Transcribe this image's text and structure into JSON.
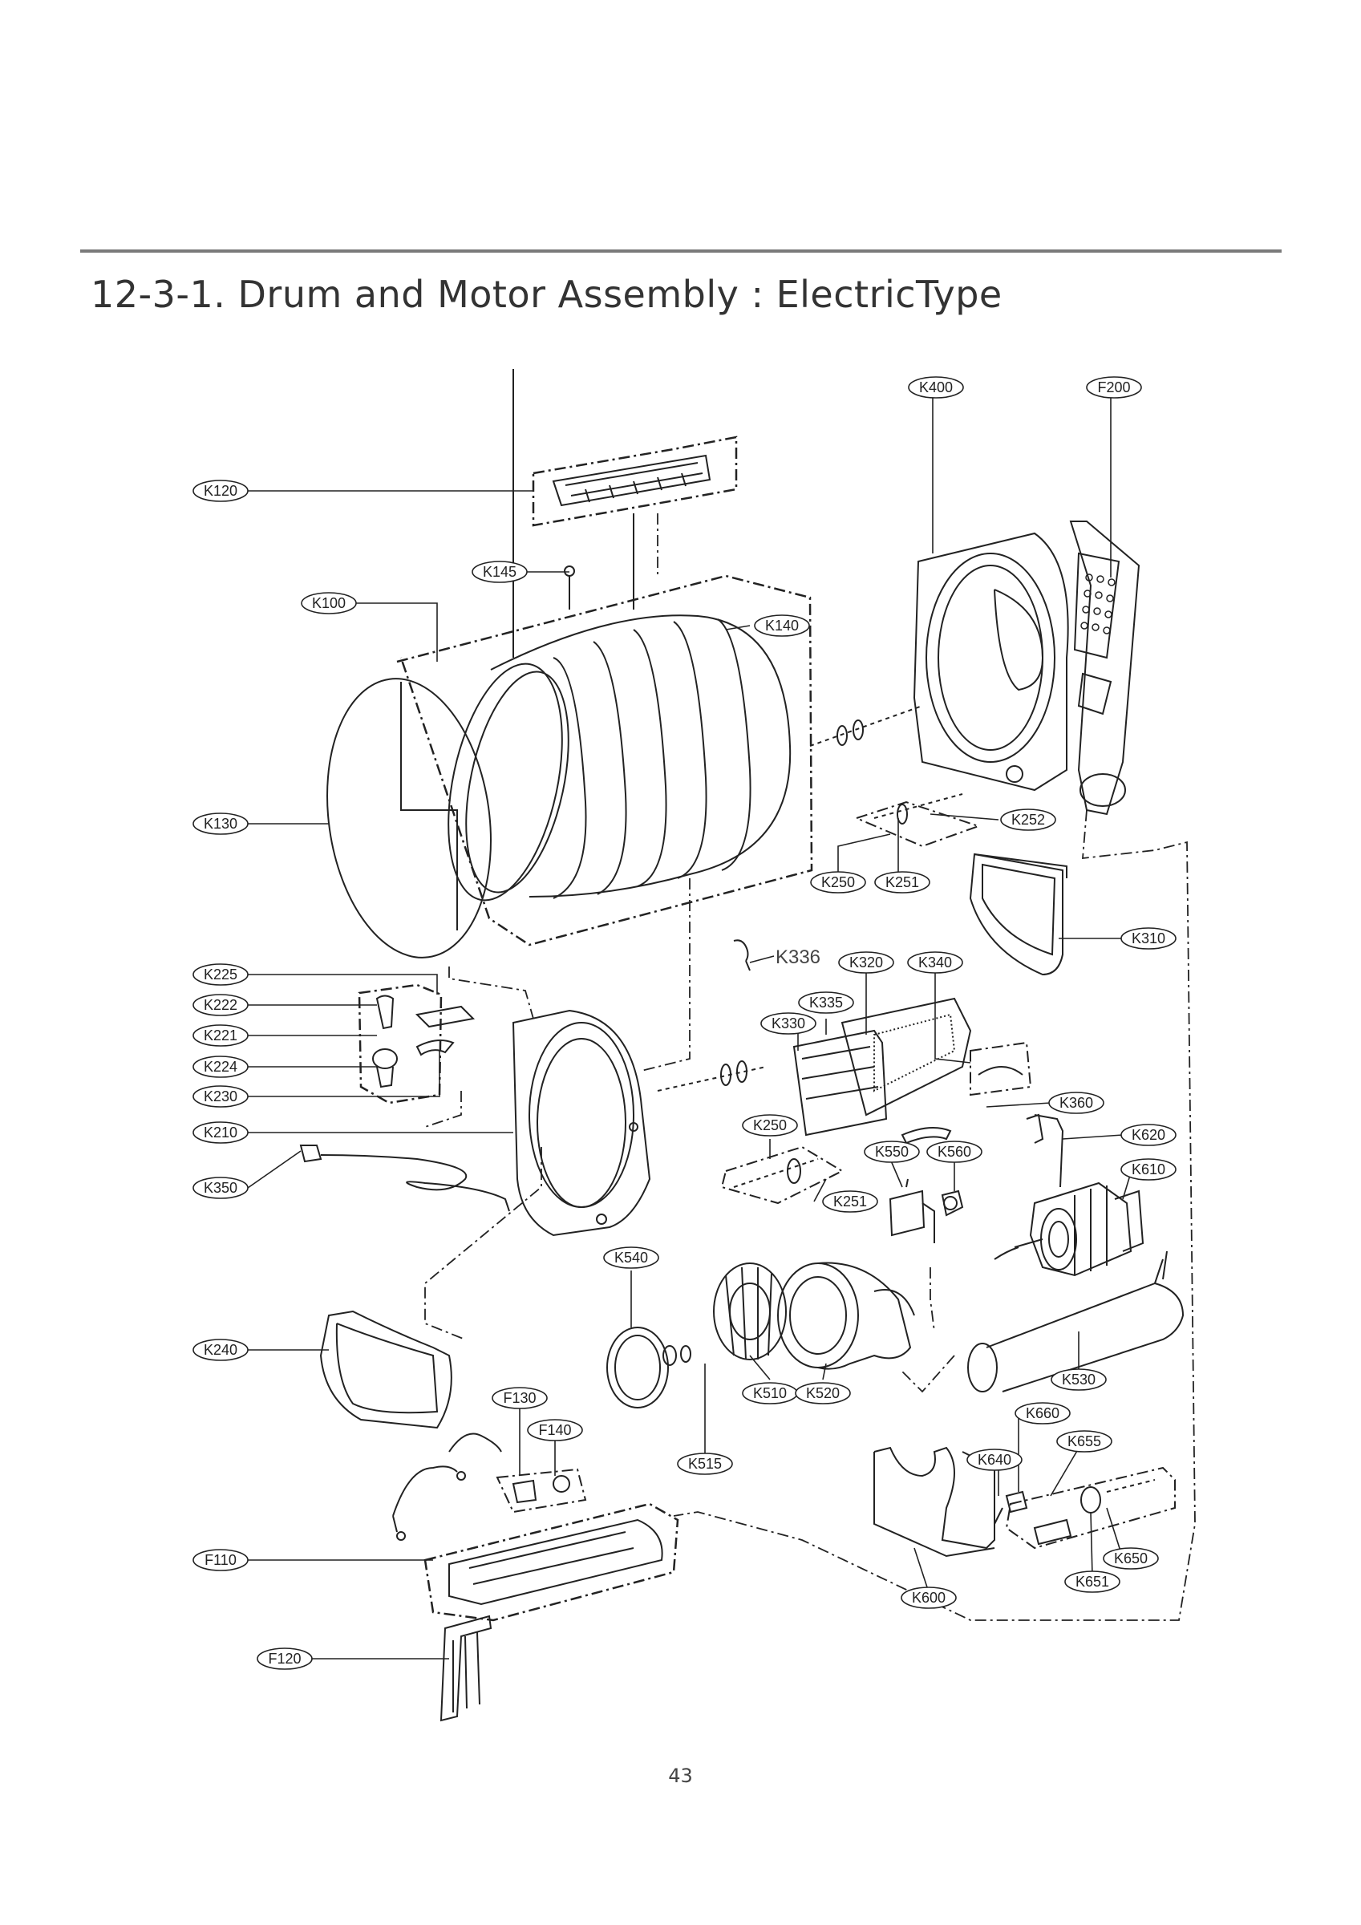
{
  "title": "12-3-1. Drum and Motor Assembly : ElectricType",
  "page_number": "43",
  "callouts": [
    {
      "id": "K400",
      "text": "K400"
    },
    {
      "id": "F200",
      "text": "F200"
    },
    {
      "id": "K120",
      "text": "K120"
    },
    {
      "id": "K145",
      "text": "K145"
    },
    {
      "id": "K100",
      "text": "K100"
    },
    {
      "id": "K140",
      "text": "K140"
    },
    {
      "id": "K130",
      "text": "K130"
    },
    {
      "id": "K252",
      "text": "K252"
    },
    {
      "id": "K250a",
      "text": "K250"
    },
    {
      "id": "K251a",
      "text": "K251"
    },
    {
      "id": "K310",
      "text": "K310"
    },
    {
      "id": "K336",
      "text": "K336"
    },
    {
      "id": "K320",
      "text": "K320"
    },
    {
      "id": "K340",
      "text": "K340"
    },
    {
      "id": "K225",
      "text": "K225"
    },
    {
      "id": "K222",
      "text": "K222"
    },
    {
      "id": "K221",
      "text": "K221"
    },
    {
      "id": "K224",
      "text": "K224"
    },
    {
      "id": "K230",
      "text": "K230"
    },
    {
      "id": "K335",
      "text": "K335"
    },
    {
      "id": "K330",
      "text": "K330"
    },
    {
      "id": "K360",
      "text": "K360"
    },
    {
      "id": "K210",
      "text": "K210"
    },
    {
      "id": "K250b",
      "text": "K250"
    },
    {
      "id": "K620",
      "text": "K620"
    },
    {
      "id": "K550",
      "text": "K550"
    },
    {
      "id": "K560",
      "text": "K560"
    },
    {
      "id": "K610",
      "text": "K610"
    },
    {
      "id": "K350",
      "text": "K350"
    },
    {
      "id": "K251b",
      "text": "K251"
    },
    {
      "id": "K540",
      "text": "K540"
    },
    {
      "id": "K240",
      "text": "K240"
    },
    {
      "id": "K530",
      "text": "K530"
    },
    {
      "id": "K510",
      "text": "K510"
    },
    {
      "id": "K520",
      "text": "K520"
    },
    {
      "id": "F130",
      "text": "F130"
    },
    {
      "id": "K660",
      "text": "K660"
    },
    {
      "id": "F140",
      "text": "F140"
    },
    {
      "id": "K655",
      "text": "K655"
    },
    {
      "id": "K515",
      "text": "K515"
    },
    {
      "id": "K640",
      "text": "K640"
    },
    {
      "id": "F110",
      "text": "F110"
    },
    {
      "id": "K650",
      "text": "K650"
    },
    {
      "id": "K651",
      "text": "K651"
    },
    {
      "id": "K600",
      "text": "K600"
    },
    {
      "id": "F120",
      "text": "F120"
    }
  ]
}
